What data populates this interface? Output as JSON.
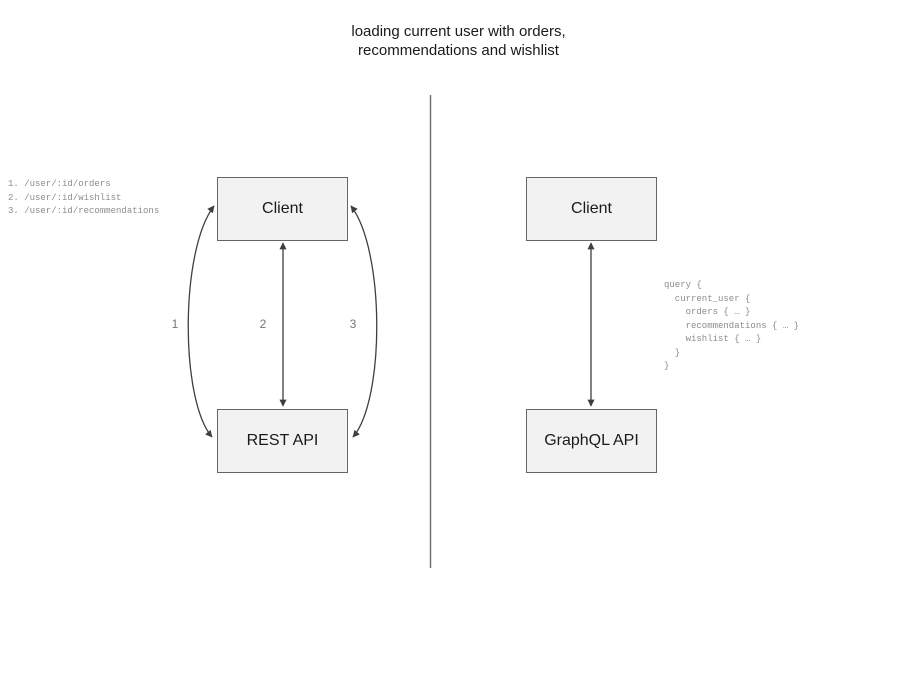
{
  "title": "loading current user with orders,\nrecommendations and wishlist",
  "colors": {
    "node_fill": "#f2f2f2",
    "node_border": "#666666",
    "edge_stroke": "#3f3f3f",
    "divider": "#6b6b6b",
    "code_text": "#8c8c8c",
    "label_text": "#777777",
    "title_text": "#1a1a1a",
    "background": "#ffffff"
  },
  "rest_side": {
    "client_label": "Client",
    "api_label": "REST API",
    "edge_labels": [
      "1",
      "2",
      "3"
    ],
    "endpoints": "1. /user/:id/orders\n2. /user/:id/wishlist\n3. /user/:id/recommendations"
  },
  "graphql_side": {
    "client_label": "Client",
    "api_label": "GraphQL API",
    "query": "query {\n  current_user {\n    orders { … }\n    recommendations { … }\n    wishlist { … }\n  }\n}"
  }
}
